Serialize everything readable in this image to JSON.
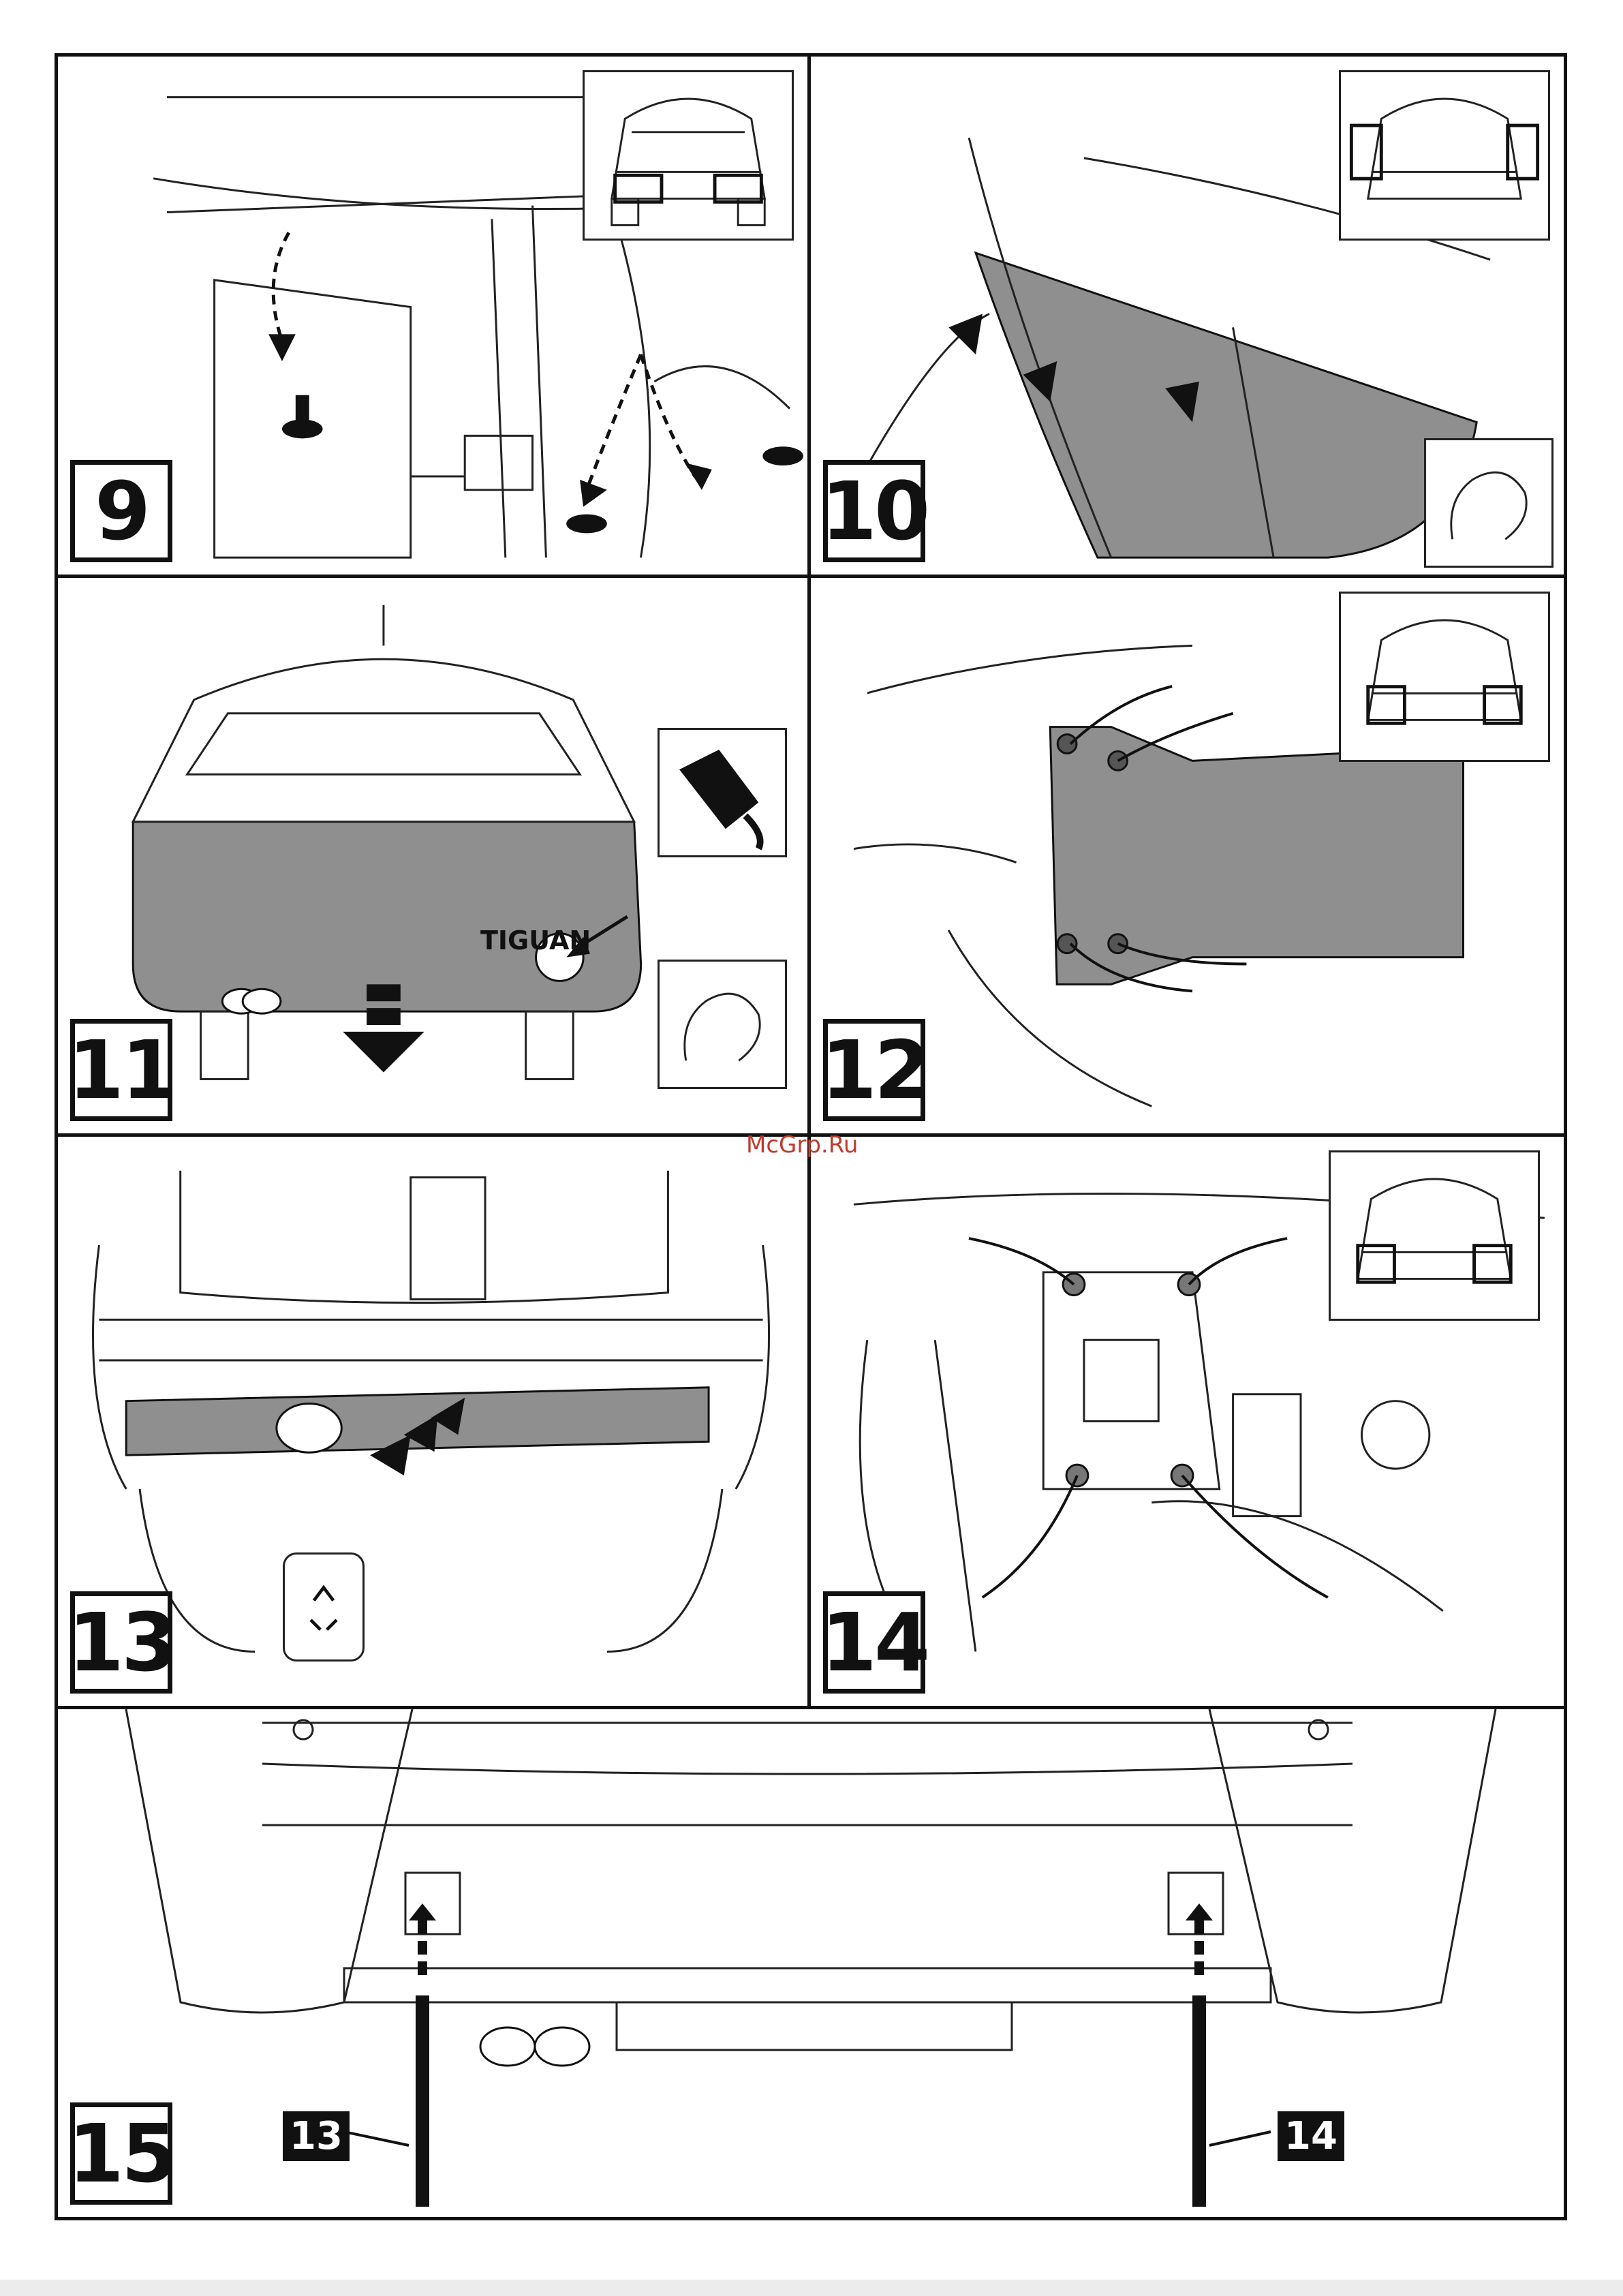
{
  "watermark": "McGrp.Ru",
  "steps": {
    "s9": "9",
    "s10": "10",
    "s11": "11",
    "s12": "12",
    "s13": "13",
    "s14": "14",
    "s15": "15"
  },
  "step11_car_label": "TIGUAN",
  "step15_tags": {
    "left": "13",
    "right": "14"
  },
  "icons": {
    "disconnect": "electric-plug-icon",
    "hand_press": "hand-icon",
    "recycle": "recycle-bin-icon"
  },
  "colors": {
    "line": "#111111",
    "part_fill": "#8f8f8f",
    "watermark": "#c0392b"
  }
}
